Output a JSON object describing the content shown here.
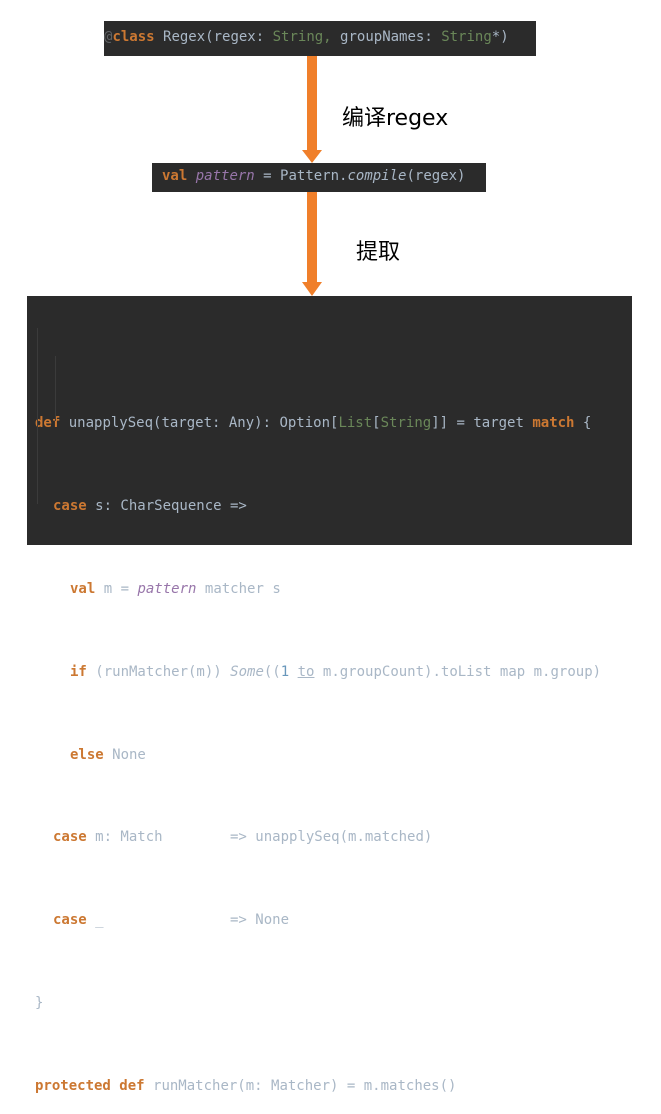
{
  "labels": {
    "compile": "编译regex",
    "extract": "提取"
  },
  "box1": {
    "gutter": "@",
    "kw": "class",
    "name": " Regex(regex: ",
    "t1": "String,",
    "mid": " groupNames: ",
    "t2": "String",
    "end": "*)"
  },
  "box2": {
    "kw": "val",
    "var": "pattern",
    "eq": " = Pattern.",
    "fn": "compile",
    "end": "(regex)"
  },
  "box3": {
    "l1": {
      "kw1": "def",
      "a": " unapplySeq(target: Any): Option[",
      "t1": "List",
      "b": "[",
      "t2": "String",
      "c": "]] = target ",
      "kw2": "match",
      "d": " {"
    },
    "l2": {
      "kw": "case",
      "a": " s: CharSequence =>"
    },
    "l3": {
      "kw": "val",
      "a": " m = ",
      "var": "pattern",
      "b": " matcher s"
    },
    "l4": {
      "kw": "if",
      "a": " (runMatcher(m)) ",
      "some": "Some",
      "b": "((",
      "n1": "1",
      "c": " ",
      "to": "to",
      "d": " m.groupCount).toList map m.group)"
    },
    "l5": {
      "kw": "else",
      "a": " None"
    },
    "l6": {
      "kw": "case",
      "a": " m: Match        => unapplySeq(m.matched)"
    },
    "l7": {
      "kw": "case",
      "a": " _               => None"
    },
    "l8": {
      "a": "}"
    },
    "l9": {
      "kw1": "protected",
      "sp": " ",
      "kw2": "def",
      "a": " runMatcher(m: Matcher) = m.matches()"
    }
  },
  "colors": {
    "code_bg": "#2b2b2b",
    "keyword": "#cc7832",
    "type": "#6a8759",
    "field": "#9876aa",
    "arrow": "#f07f2a"
  }
}
